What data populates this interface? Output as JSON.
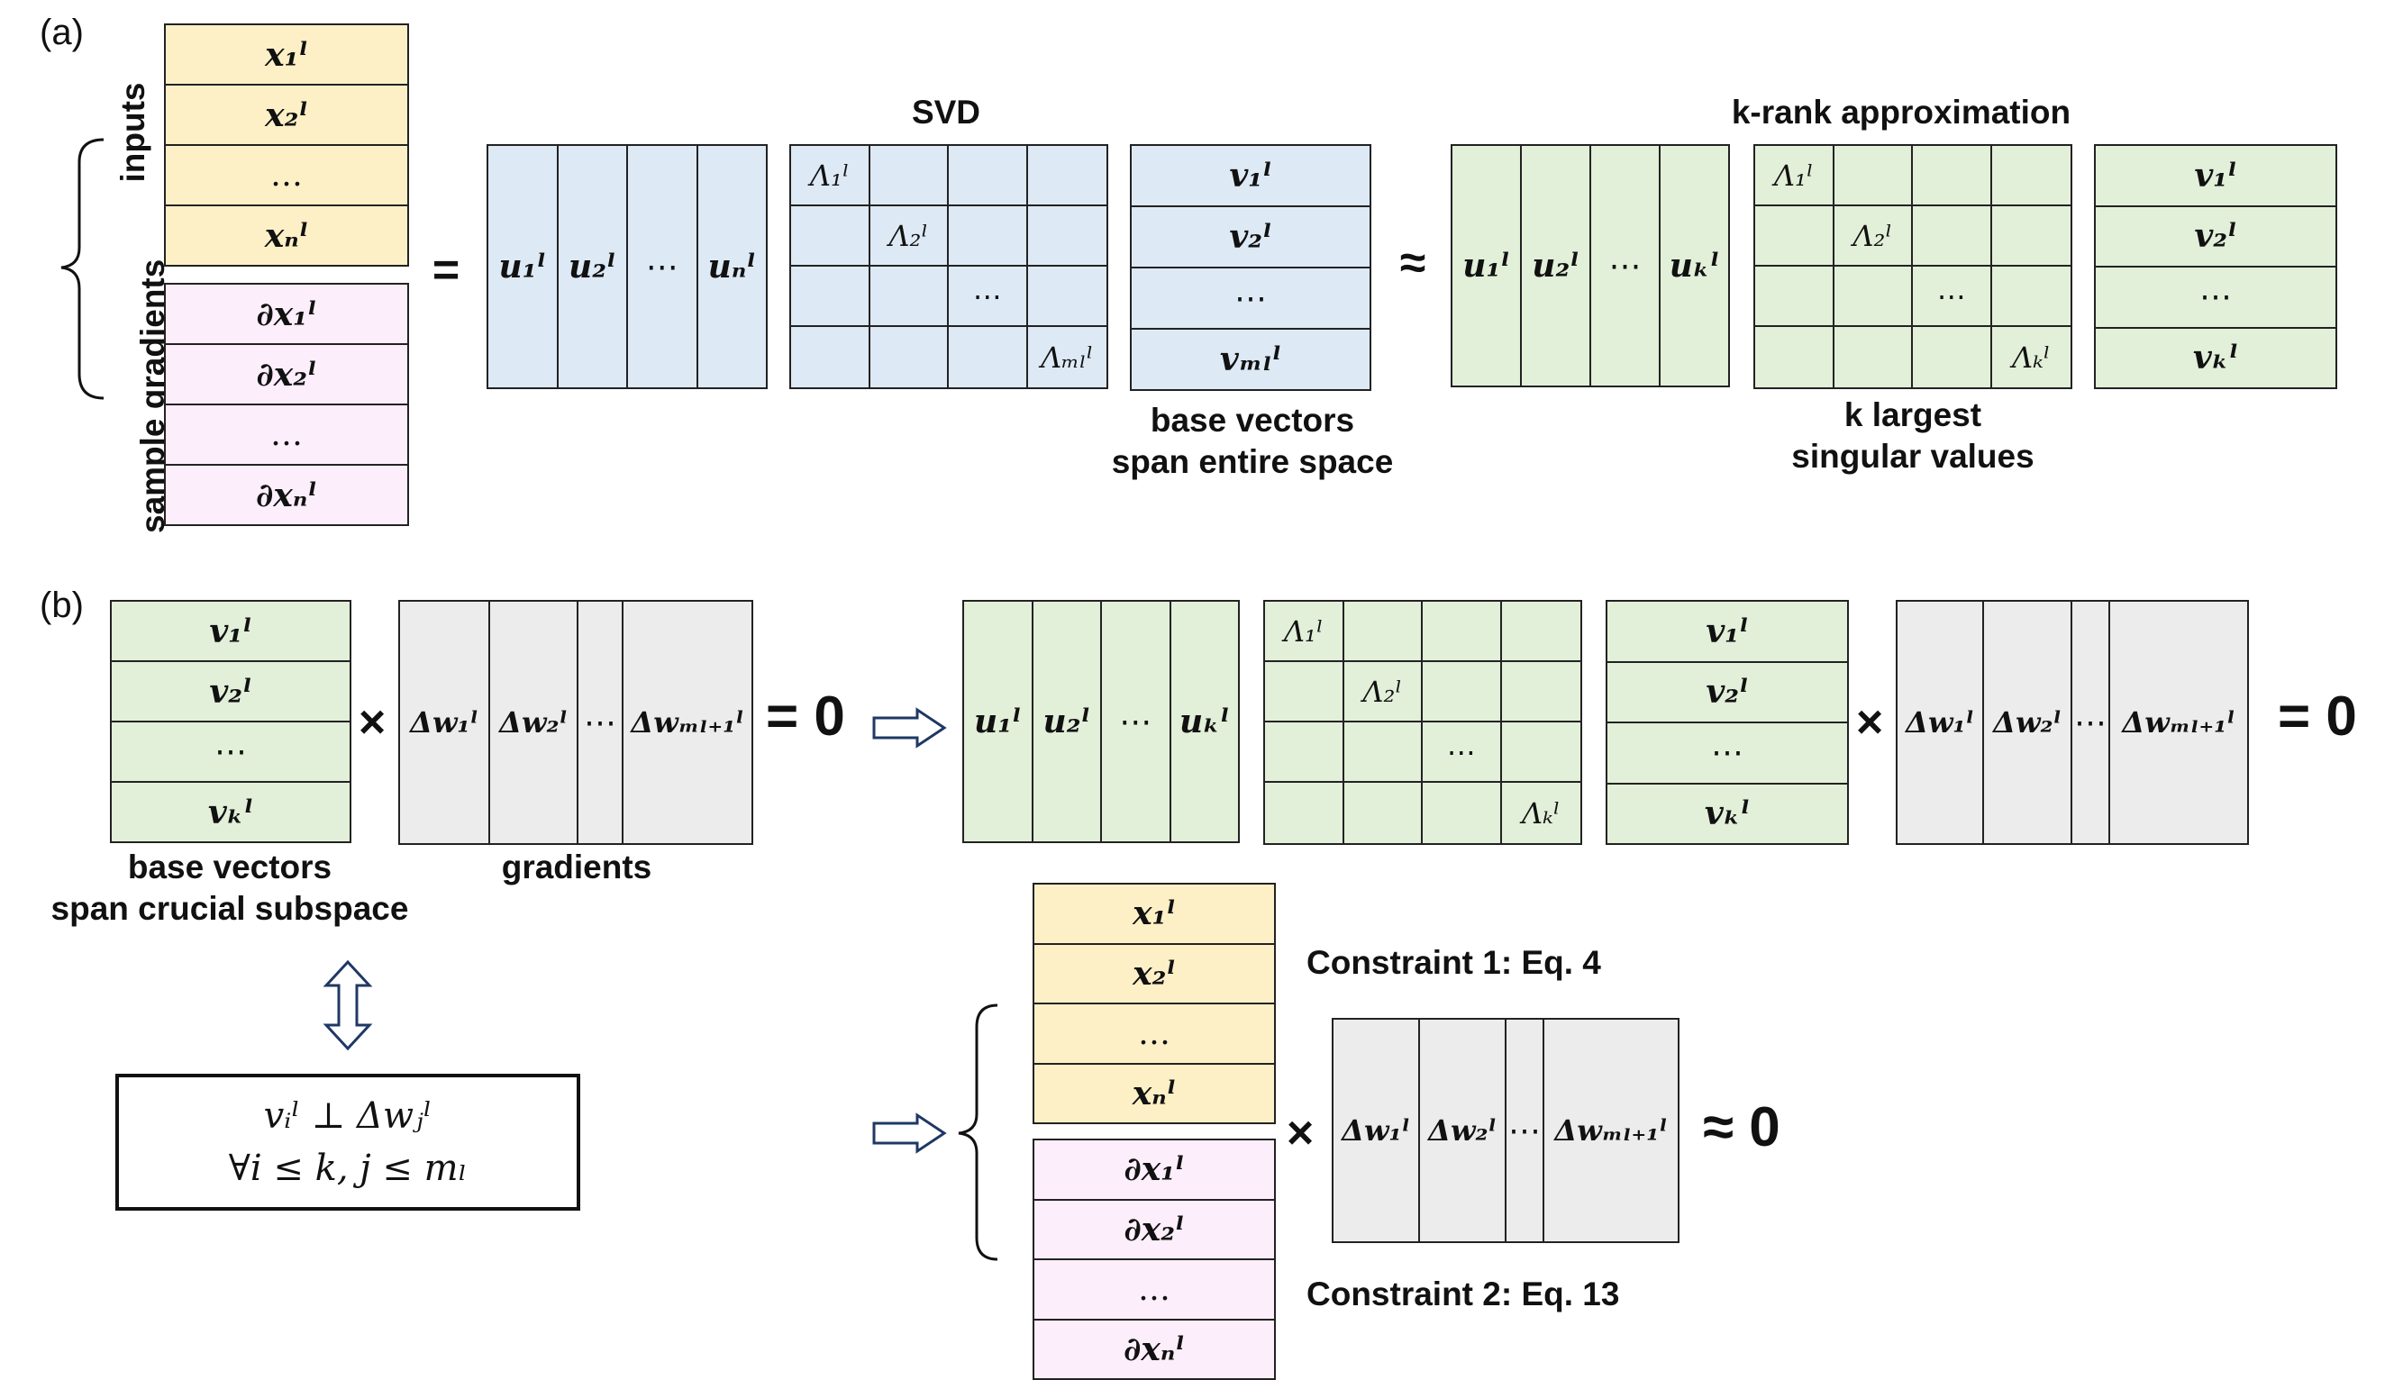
{
  "panels": {
    "a": "(a)",
    "b": "(b)"
  },
  "labels": {
    "inputs": "inputs",
    "sample_gradients": "sample gradients",
    "svd": "SVD",
    "k_rank": "k-rank approximation",
    "base_entire_1": "base vectors",
    "base_entire_2": "span entire space",
    "k_largest_1": "k largest",
    "k_largest_2": "singular values",
    "base_crucial_1": "base vectors",
    "base_crucial_2": "span crucial subspace",
    "gradients": "gradients",
    "constraint1": "Constraint 1: Eq. 4",
    "constraint2": "Constraint 2: Eq. 13"
  },
  "operators": {
    "eq": "=",
    "approx": "≈",
    "times": "×",
    "zero": "0",
    "approx_zero": "≈ 0",
    "eq_zero": "= 0"
  },
  "matrices": {
    "inputs": [
      "x₁ˡ",
      "x₂ˡ",
      "…",
      "xₙˡ"
    ],
    "sample_grads": [
      "∂x₁ˡ",
      "∂x₂ˡ",
      "…",
      "∂xₙˡ"
    ],
    "u_full": [
      "u₁ˡ",
      "u₂ˡ",
      "⋯",
      "uₙˡ"
    ],
    "lambda_full": [
      "Λ₁ˡ",
      "Λ₂ˡ",
      "⋯",
      "Λₘₗˡ"
    ],
    "v_full": [
      "v₁ˡ",
      "v₂ˡ",
      "⋯",
      "vₘₗˡ"
    ],
    "u_k": [
      "u₁ˡ",
      "u₂ˡ",
      "⋯",
      "uₖˡ"
    ],
    "lambda_k": [
      "Λ₁ˡ",
      "Λ₂ˡ",
      "⋯",
      "Λₖˡ"
    ],
    "v_k": [
      "v₁ˡ",
      "v₂ˡ",
      "⋯",
      "vₖˡ"
    ],
    "delta_w": [
      "Δw₁ˡ",
      "Δw₂ˡ",
      "⋯",
      "Δwₘₗ₊₁ˡ"
    ]
  },
  "condition": {
    "line1": "vᵢˡ ⊥ Δwⱼˡ",
    "line2": "∀i ≤ k, j ≤ mₗ"
  }
}
